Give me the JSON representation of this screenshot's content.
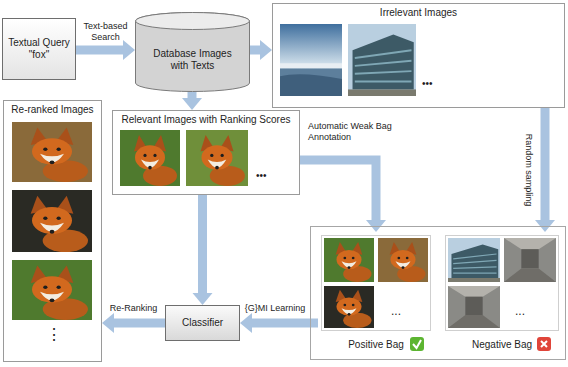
{
  "diagram": {
    "nodes": [
      {
        "text": [
          "Textual Query \"fox\""
        ]
      },
      {
        "text": [
          "Database Images with Texts"
        ]
      },
      {
        "text": [
          "Irrelevant Images"
        ]
      },
      {
        "text": [
          "Re-ranked Images"
        ]
      },
      {
        "text": [
          "Relevant Images with Ranking Scores"
        ]
      },
      {
        "text": [
          "Positive Bag"
        ]
      },
      {
        "text": [
          "Negative Bag"
        ]
      },
      {
        "text": [
          "Classifier"
        ]
      }
    ],
    "edges": [
      {
        "from": 0,
        "to": 1,
        "arrow": "to",
        "label": "Text-based Search"
      },
      {
        "from": 1,
        "to": 2,
        "arrow": "to"
      },
      {
        "from": 1,
        "to": 4,
        "arrow": "to"
      },
      {
        "from": 2,
        "to": 6,
        "arrow": "to",
        "label": "Random sampling"
      },
      {
        "from": 4,
        "to": 5,
        "arrow": "to",
        "label": "Automatic Weak Bag Annotation"
      },
      {
        "from": 4,
        "to": 7,
        "arrow": "to"
      },
      {
        "from": 5,
        "to": 7,
        "arrow": "to",
        "label": "{G}MI Learning"
      },
      {
        "from": 7,
        "to": 3,
        "arrow": "to",
        "label": "Re-Ranking"
      }
    ],
    "labels": [
      "•••",
      "•••",
      "⋮",
      "...",
      "..."
    ]
  }
}
